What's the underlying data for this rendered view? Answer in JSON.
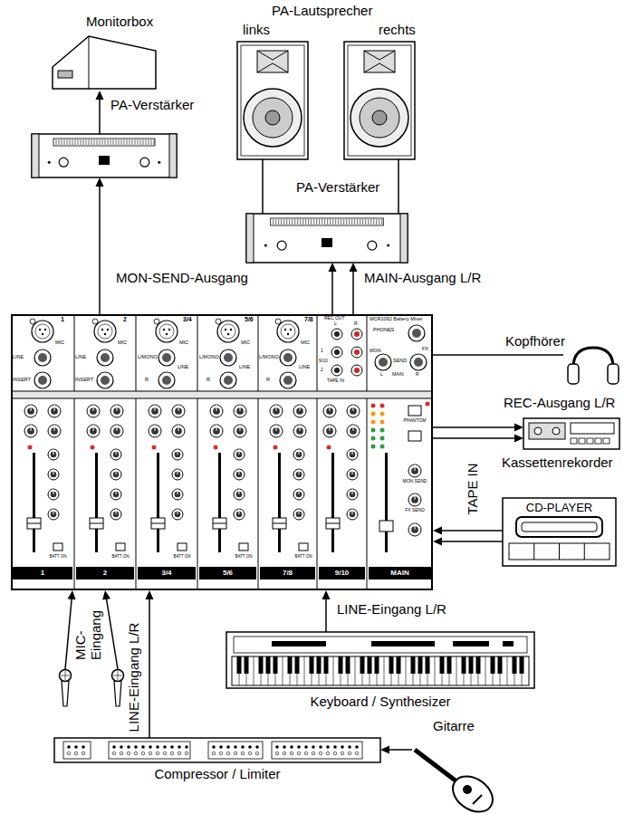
{
  "diagram": {
    "nodes": [
      {
        "text": [
          "Monitorbox"
        ]
      },
      {
        "text": [
          "links"
        ]
      },
      {
        "text": [
          "rechts"
        ]
      },
      {
        "text": [
          "PA-Verstärker"
        ]
      },
      {
        "text": [
          "PA-Verstärker"
        ]
      },
      {
        "text": [
          "MCR1062 Battery Mixer"
        ]
      },
      {
        "text": [
          "Kopfhörer"
        ]
      },
      {
        "text": [
          "Kassettenrekorder"
        ]
      },
      {
        "text": [
          "CD-PLAYER"
        ]
      },
      {
        "text": [
          "Keyboard / Synthesizer"
        ]
      },
      {
        "text": [
          "Compressor / Limiter"
        ]
      },
      {
        "text": [
          "Gitarre"
        ]
      }
    ],
    "edges": [
      {
        "from": 3,
        "to": 0,
        "arrow": "to"
      },
      {
        "from": 4,
        "to": 1,
        "arrow": "none"
      },
      {
        "from": 4,
        "to": 2,
        "arrow": "none"
      },
      {
        "from": 5,
        "to": 3,
        "label": "MON-SEND-Ausgang",
        "arrow": "to"
      },
      {
        "from": 5,
        "to": 4,
        "label": "MAIN-Ausgang L/R",
        "arrow": "to"
      },
      {
        "from": 5,
        "to": 6,
        "arrow": "none"
      },
      {
        "from": 5,
        "to": 7,
        "label": "REC-Ausgang L/R",
        "arrow": "to"
      },
      {
        "from": 8,
        "to": 5,
        "label": "TAPE IN",
        "arrow": "to"
      },
      {
        "from": 9,
        "to": 5,
        "label": "LINE-Eingang L/R",
        "arrow": "to"
      },
      {
        "from": 10,
        "to": 5,
        "label": "LINE-Eingang L/R",
        "arrow": "to"
      },
      {
        "from": 11,
        "to": 10,
        "arrow": "to"
      }
    ],
    "labels": [
      "PA-Lautsprecher",
      "MIC- Eingang",
      "1",
      "MIC",
      "LINE",
      "INSERT",
      "2",
      "MIC",
      "LINE",
      "INSERT",
      "3/4",
      "MIC",
      "L/MONO",
      "LINE",
      "R",
      "5/6",
      "MIC",
      "L/MONO",
      "LINE",
      "R",
      "7/8",
      "MIC",
      "L/MONO",
      "LINE",
      "R",
      "REC OUT",
      "L",
      "R",
      "1",
      "9/10",
      "2",
      "TAPE IN",
      "PHONES",
      "MON",
      "SEND",
      "FX",
      "L",
      "MAIN",
      "R",
      "PHANTOM",
      "MON SEND",
      "FX SEND",
      "BATT ON",
      "BATT ON",
      "BATT ON",
      "BATT ON",
      "BATT ON",
      "1",
      "2",
      "3/4",
      "5/6",
      "7/8",
      "9/10",
      "MAIN"
    ]
  }
}
